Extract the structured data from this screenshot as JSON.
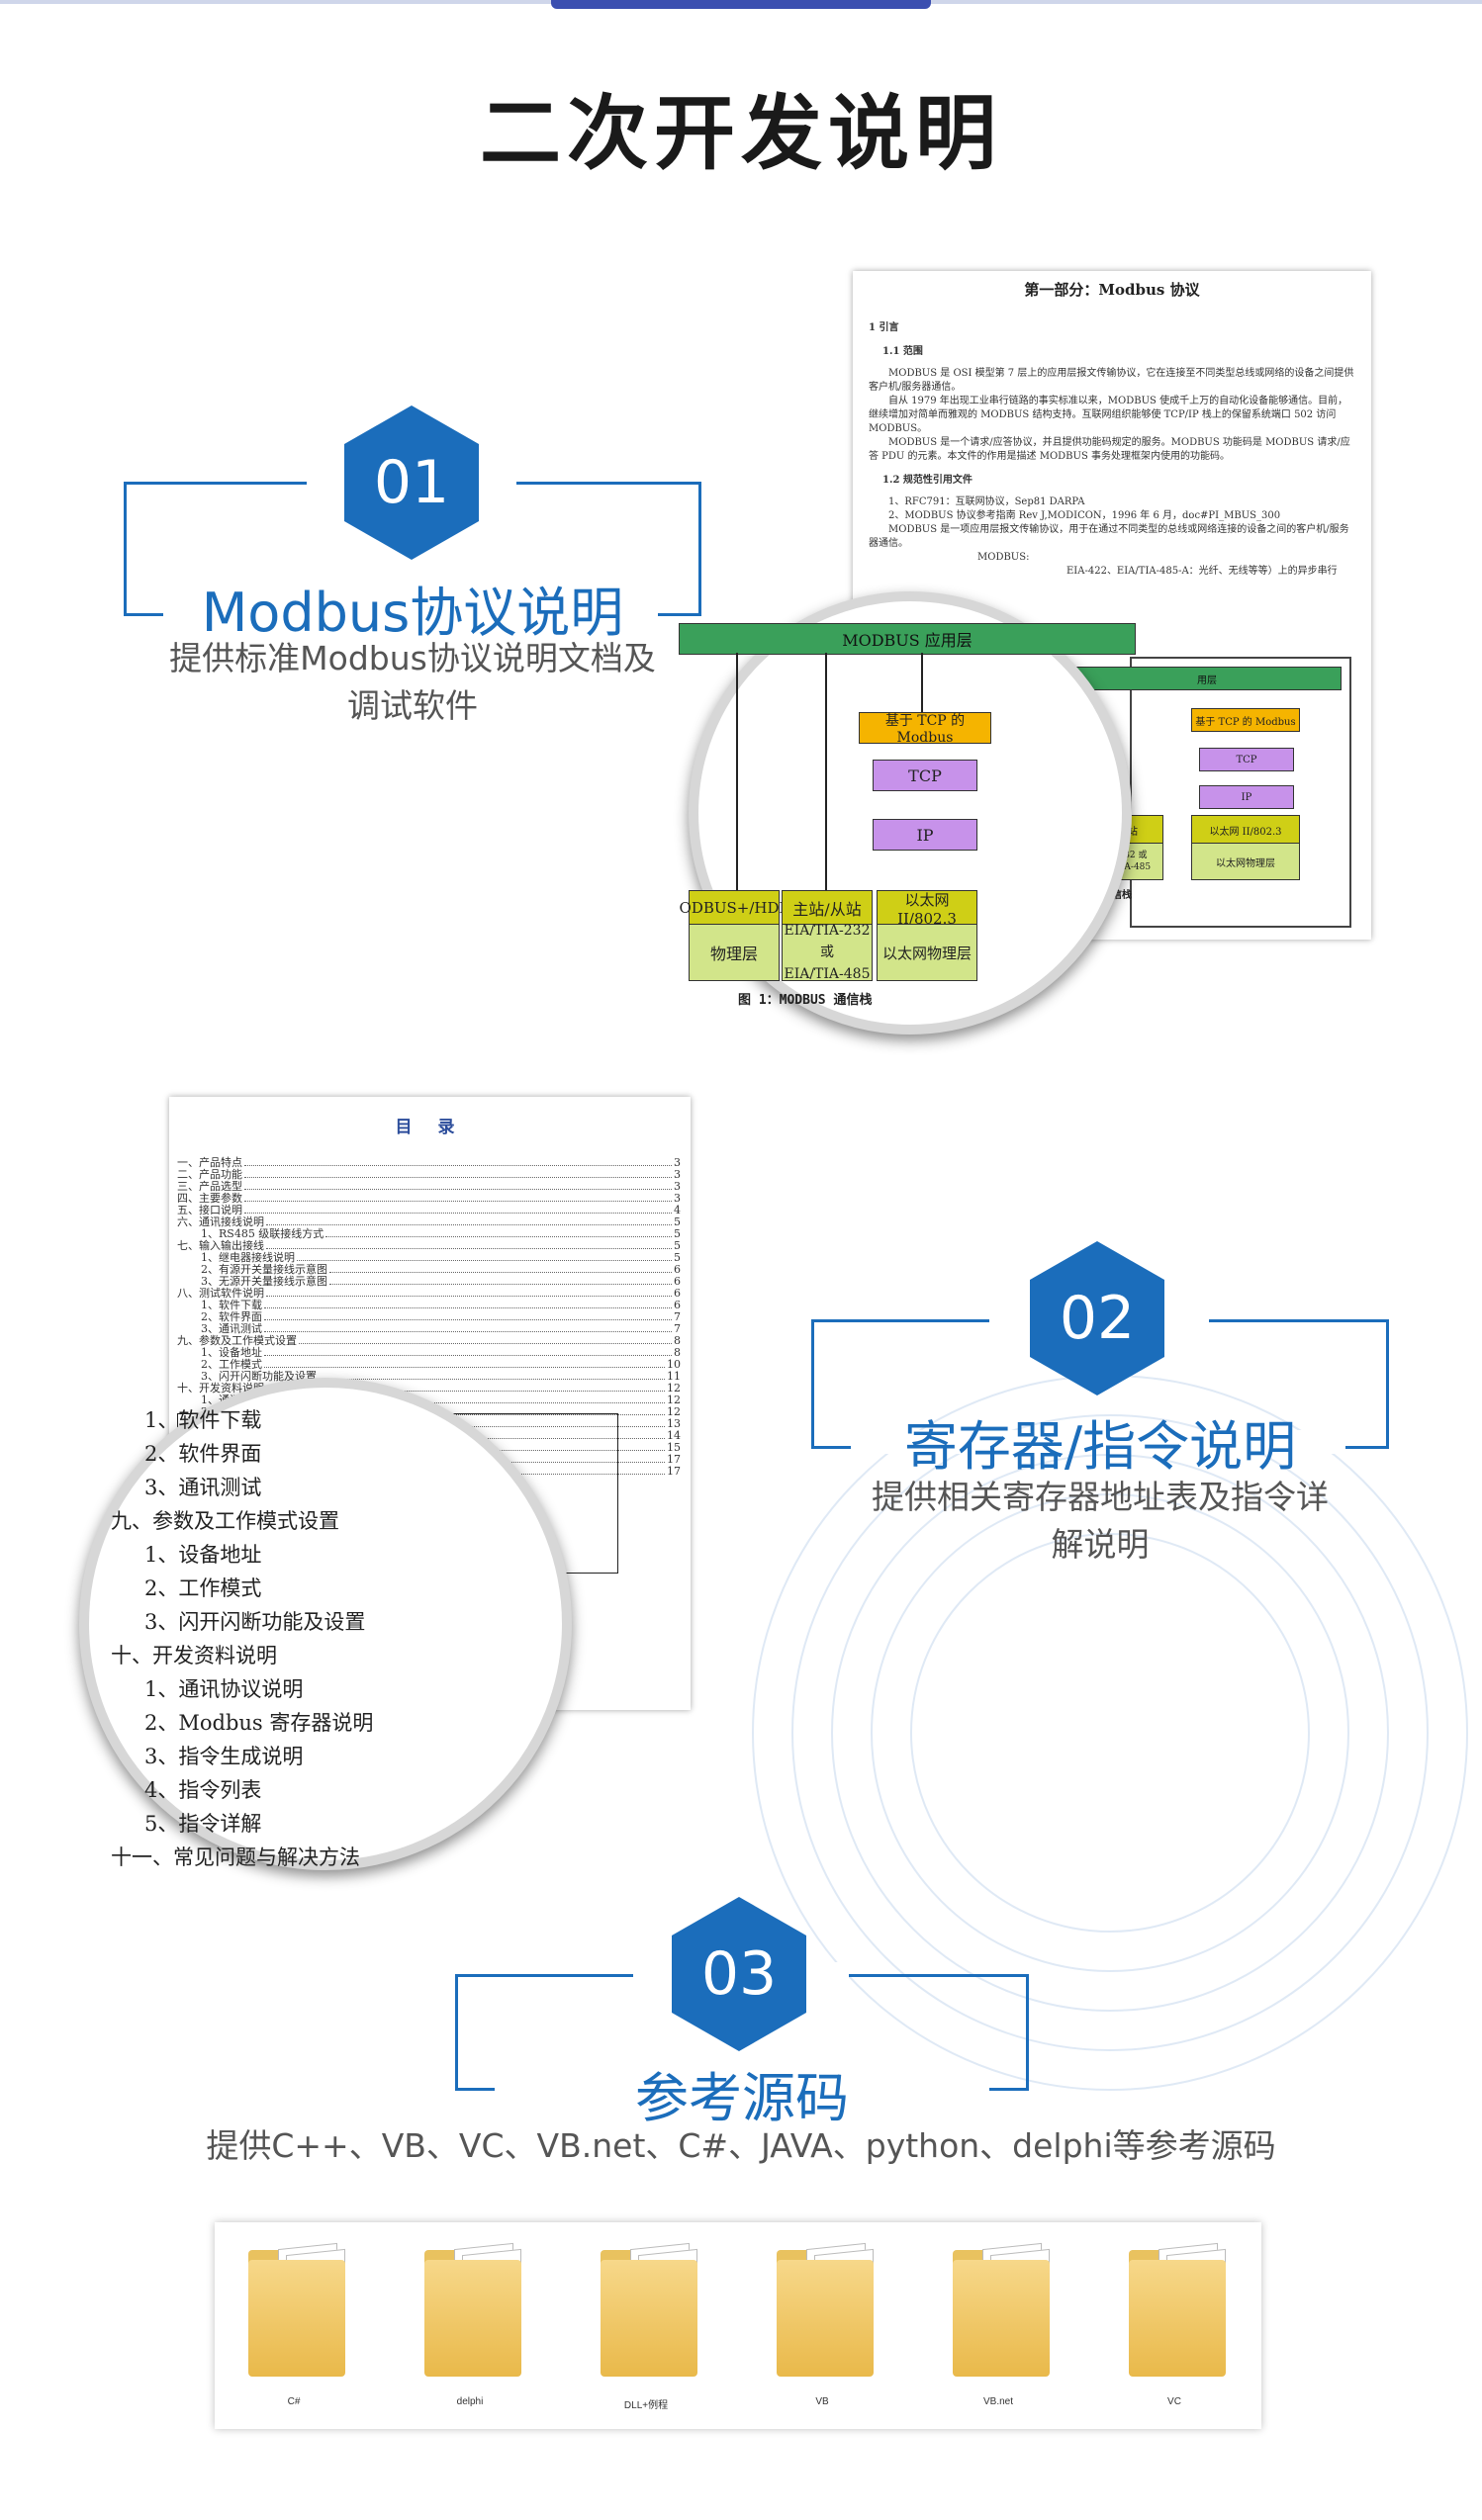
{
  "title": "二次开发说明",
  "sections": [
    {
      "number": "01",
      "title": "Modbus协议说明",
      "desc_line1": "提供标准Modbus协议说明文档及",
      "desc_line2": "调试软件"
    },
    {
      "number": "02",
      "title": "寄存器/指令说明",
      "desc_line1": "提供相关寄存器地址表及指令详",
      "desc_line2": "解说明"
    },
    {
      "number": "03",
      "title": "参考源码",
      "desc_line1": "提供C++、VB、VC、VB.net、C#、JAVA、python、delphi等参考源码"
    }
  ],
  "doc1": {
    "heading": "第一部分：Modbus 协议",
    "s1": "1  引言",
    "s11": "1.1  范围",
    "p1": "MODBUS 是 OSI 模型第 7 层上的应用层报文传输协议，它在连接至不同类型总线或网络的设备之间提供客户机/服务器通信。",
    "p2": "自从 1979 年出现工业串行链路的事实标准以来，MODBUS 使成千上万的自动化设备能够通信。目前，继续增加对简单而雅观的 MODBUS 结构支持。互联网组织能够使 TCP/IP 栈上的保留系统端口 502 访问 MODBUS。",
    "p3": "MODBUS 是一个请求/应答协议，并且提供功能码规定的服务。MODBUS 功能码是 MODBUS 请求/应答 PDU 的元素。本文件的作用是描述 MODBUS 事务处理框架内使用的功能码。",
    "s12": "1.2  规范性引用文件",
    "r1": "1、RFC791：互联网协议，Sep81 DARPA",
    "r2": "2、MODBUS 协议参考指南 Rev J,MODICON，1996 年 6 月，doc#PI_MBUS_300",
    "r3": "MODBUS 是一项应用层报文传输协议，用于在通过不同类型的总线或网络连接的设备之间的客户机/服务器通信。",
    "r4": "MODBUS:",
    "r5": "EIA-422、EIA/TIA-485-A：光纤、无线等等）上的异步串行"
  },
  "diagram": {
    "app_layer": "MODBUS 应用层",
    "tcp_modbus": "基于 TCP 的 Modbus",
    "tcp": "TCP",
    "ip": "IP",
    "plus_hdl": "ODBUS+/HDL",
    "master_slave": "主站/从站",
    "ethernet": "以太网 II/802.3",
    "phys": "物理层",
    "eia": "EIA/TIA-232 或",
    "eia2": "EIA/TIA-485",
    "eth_phys": "以太网物理层",
    "caption": "图 1：MODBUS 通信栈",
    "small_app": "用层",
    "small_tcp_modbus": "基于 TCP 的 Modbus",
    "small_tcp": "TCP",
    "small_ip": "IP",
    "small_eth": "以太网 II/802.3",
    "small_eth_phys": "以太网物理层",
    "small_eia": "232 或",
    "small_eia2": "TIA-485",
    "small_stack": "通信栈",
    "small_station": "站"
  },
  "doc2": {
    "heading": "目 录",
    "toc": [
      {
        "t": "一、产品特点",
        "p": "3",
        "sub": false
      },
      {
        "t": "二、产品功能",
        "p": "3",
        "sub": false
      },
      {
        "t": "三、产品选型",
        "p": "3",
        "sub": false
      },
      {
        "t": "四、主要参数",
        "p": "3",
        "sub": false
      },
      {
        "t": "五、接口说明",
        "p": "4",
        "sub": false
      },
      {
        "t": "六、通讯接线说明",
        "p": "5",
        "sub": false
      },
      {
        "t": "1、RS485 级联接线方式",
        "p": "5",
        "sub": true
      },
      {
        "t": "七、输入输出接线",
        "p": "5",
        "sub": false
      },
      {
        "t": "1、继电器接线说明",
        "p": "5",
        "sub": true
      },
      {
        "t": "2、有源开关量接线示意图",
        "p": "6",
        "sub": true
      },
      {
        "t": "3、无源开关量接线示意图",
        "p": "6",
        "sub": true
      },
      {
        "t": "八、测试软件说明",
        "p": "6",
        "sub": false
      },
      {
        "t": "1、软件下载",
        "p": "6",
        "sub": true
      },
      {
        "t": "2、软件界面",
        "p": "7",
        "sub": true
      },
      {
        "t": "3、通讯测试",
        "p": "7",
        "sub": true
      },
      {
        "t": "九、参数及工作模式设置",
        "p": "8",
        "sub": false
      },
      {
        "t": "1、设备地址",
        "p": "8",
        "sub": true
      },
      {
        "t": "2、工作模式",
        "p": "10",
        "sub": true
      },
      {
        "t": "3、闪开闪断功能及设置",
        "p": "11",
        "sub": true
      },
      {
        "t": "十、开发资料说明",
        "p": "12",
        "sub": false
      },
      {
        "t": "1、通讯协议说明",
        "p": "12",
        "sub": true
      },
      {
        "t": "2、Modbus 寄存器说明",
        "p": "12",
        "sub": true
      },
      {
        "t": "3、指令生成说明",
        "p": "13",
        "sub": true
      },
      {
        "t": "4、指令列表",
        "p": "14",
        "sub": true
      },
      {
        "t": "5、指令详解",
        "p": "15",
        "sub": true
      },
      {
        "t": "十一、常见问题与解决方法",
        "p": "17",
        "sub": false
      },
      {
        "t": "1、",
        "p": "17",
        "sub": true
      }
    ]
  },
  "magnifier2": {
    "lines": [
      {
        "t": "1、软件下载",
        "ind": true
      },
      {
        "t": "2、软件界面",
        "ind": true
      },
      {
        "t": "3、通讯测试",
        "ind": true
      },
      {
        "t": "九、参数及工作模式设置",
        "ind": false
      },
      {
        "t": "1、设备地址",
        "ind": true
      },
      {
        "t": "2、工作模式",
        "ind": true
      },
      {
        "t": "3、闪开闪断功能及设置",
        "ind": true
      },
      {
        "t": "十、开发资料说明",
        "ind": false
      },
      {
        "t": "1、通讯协议说明",
        "ind": true
      },
      {
        "t": "2、Modbus 寄存器说明",
        "ind": true
      },
      {
        "t": "3、指令生成说明",
        "ind": true
      },
      {
        "t": "4、指令列表",
        "ind": true
      },
      {
        "t": "5、指令详解",
        "ind": true
      },
      {
        "t": "十一、常见问题与解决方法",
        "ind": false
      }
    ]
  },
  "folders": [
    {
      "label": "C#",
      "icon": "folder-icon"
    },
    {
      "label": "delphi",
      "icon": "folder-icon"
    },
    {
      "label": "DLL+例程",
      "icon": "folder-icon"
    },
    {
      "label": "VB",
      "icon": "folder-icon"
    },
    {
      "label": "VB.net",
      "icon": "folder-icon"
    },
    {
      "label": "VC",
      "icon": "folder-icon"
    }
  ],
  "colors": {
    "accent": "#1b6dbb",
    "topbar": "#3b4fb0"
  }
}
